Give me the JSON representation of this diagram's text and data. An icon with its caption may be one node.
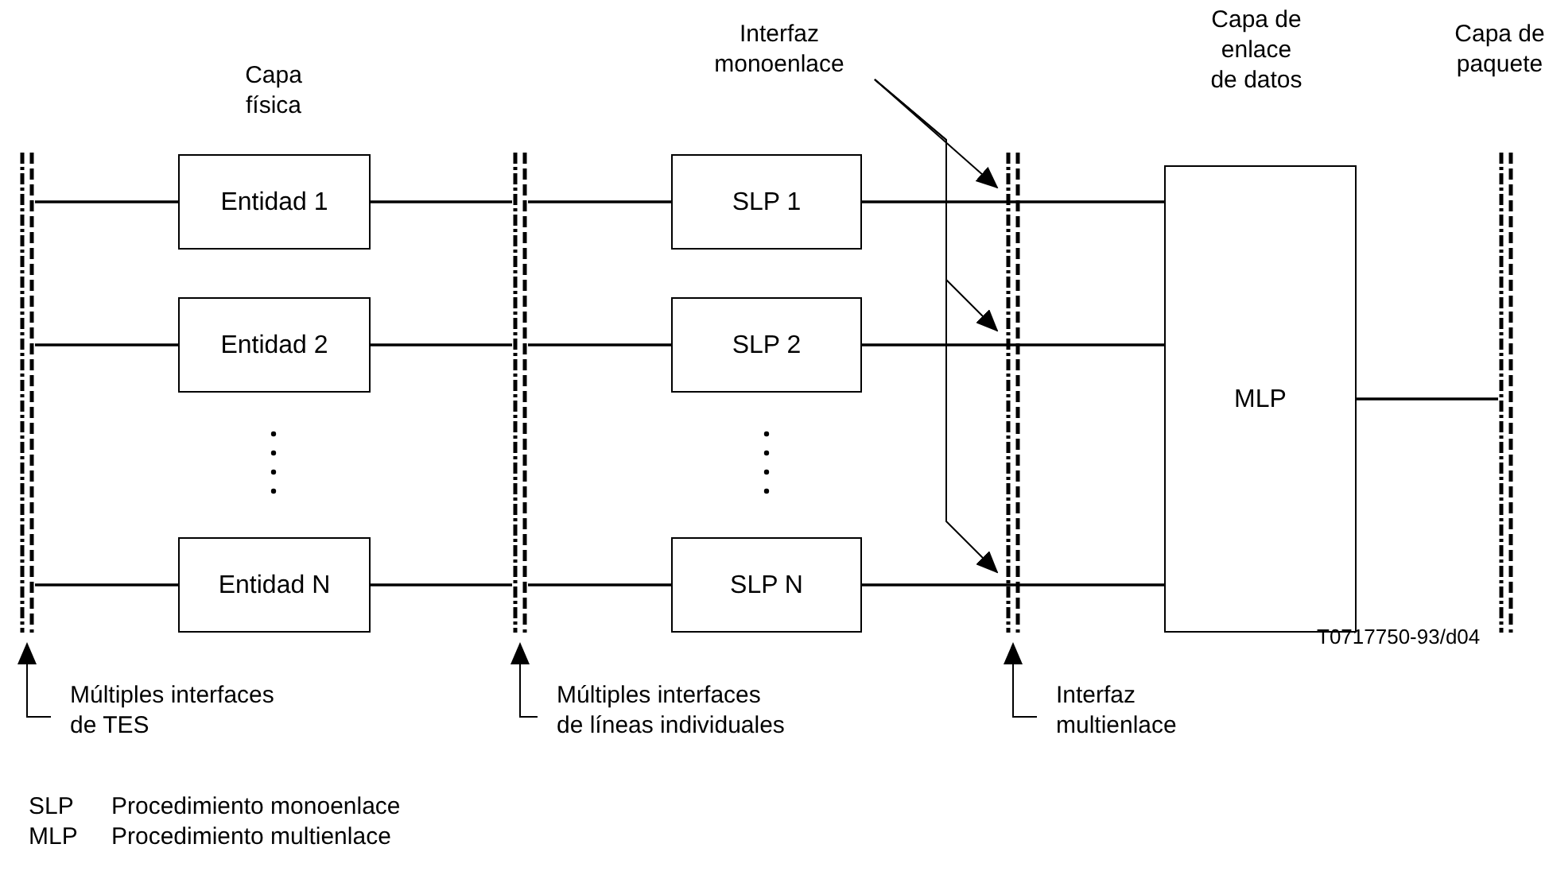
{
  "diagram": {
    "nodes": [
      {
        "text": [],
        "shape": "bar"
      },
      {
        "text": [
          "Entidad 1"
        ]
      },
      {
        "text": [
          "Entidad 2"
        ]
      },
      {
        "text": [
          "Entidad N"
        ]
      },
      {
        "text": [],
        "shape": "bar"
      },
      {
        "text": [
          "SLP 1"
        ]
      },
      {
        "text": [
          "SLP 2"
        ]
      },
      {
        "text": [
          "SLP N"
        ]
      },
      {
        "text": [],
        "shape": "bar"
      },
      {
        "text": [
          "MLP"
        ]
      },
      {
        "text": [],
        "shape": "bar"
      },
      {
        "text": [
          "Interfaz monoenlace"
        ]
      },
      {
        "text": [
          "Múltiples interfaces de TES"
        ]
      },
      {
        "text": [
          "Múltiples interfaces de líneas individuales"
        ]
      },
      {
        "text": [
          "Interfaz multienlace"
        ]
      }
    ],
    "edges": [
      {
        "from": 0,
        "to": 1,
        "arrow": "none"
      },
      {
        "from": 0,
        "to": 2,
        "arrow": "none"
      },
      {
        "from": 0,
        "to": 3,
        "arrow": "none"
      },
      {
        "from": 1,
        "to": 4,
        "arrow": "none"
      },
      {
        "from": 2,
        "to": 4,
        "arrow": "none"
      },
      {
        "from": 3,
        "to": 4,
        "arrow": "none"
      },
      {
        "from": 4,
        "to": 5,
        "arrow": "none"
      },
      {
        "from": 4,
        "to": 6,
        "arrow": "none"
      },
      {
        "from": 4,
        "to": 7,
        "arrow": "none"
      },
      {
        "from": 5,
        "to": 9,
        "arrow": "none"
      },
      {
        "from": 6,
        "to": 9,
        "arrow": "none"
      },
      {
        "from": 7,
        "to": 9,
        "arrow": "none"
      },
      {
        "from": 9,
        "to": 10,
        "arrow": "none"
      },
      {
        "from": 11,
        "to": 8,
        "arrow": "to"
      },
      {
        "from": 11,
        "to": 8,
        "arrow": "to"
      },
      {
        "from": 11,
        "to": 8,
        "arrow": "to"
      },
      {
        "from": 12,
        "to": 0,
        "arrow": "to"
      },
      {
        "from": 13,
        "to": 4,
        "arrow": "to"
      },
      {
        "from": 14,
        "to": 8,
        "arrow": "to"
      }
    ],
    "labels": [
      "Capa física",
      "Capa de enlace de datos",
      "Capa de paquete",
      "T0717750-93/d04",
      "SLP",
      "Procedimiento monoenlace",
      "MLP",
      "Procedimiento multienlace"
    ]
  }
}
